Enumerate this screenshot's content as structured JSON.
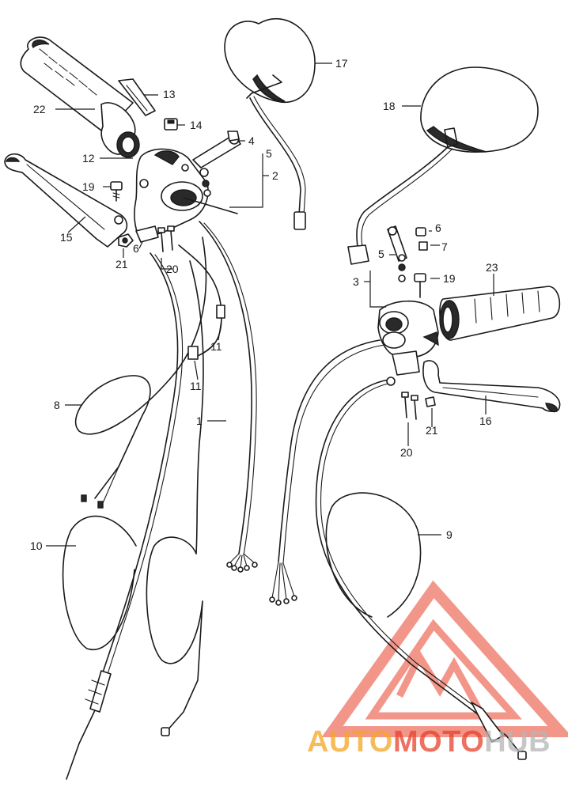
{
  "callouts": [
    {
      "id": "c1",
      "label": "1"
    },
    {
      "id": "c2",
      "label": "2"
    },
    {
      "id": "c3",
      "label": "3"
    },
    {
      "id": "c4",
      "label": "4"
    },
    {
      "id": "c5a",
      "label": "5"
    },
    {
      "id": "c5b",
      "label": "5"
    },
    {
      "id": "c6a",
      "label": "6"
    },
    {
      "id": "c6b",
      "label": "6"
    },
    {
      "id": "c7",
      "label": "7"
    },
    {
      "id": "c8",
      "label": "8"
    },
    {
      "id": "c9",
      "label": "9"
    },
    {
      "id": "c10",
      "label": "10"
    },
    {
      "id": "c11a",
      "label": "11"
    },
    {
      "id": "c11b",
      "label": "11"
    },
    {
      "id": "c12",
      "label": "12"
    },
    {
      "id": "c13",
      "label": "13"
    },
    {
      "id": "c14",
      "label": "14"
    },
    {
      "id": "c15",
      "label": "15"
    },
    {
      "id": "c16",
      "label": "16"
    },
    {
      "id": "c17",
      "label": "17"
    },
    {
      "id": "c18",
      "label": "18"
    },
    {
      "id": "c19a",
      "label": "19"
    },
    {
      "id": "c19b",
      "label": "19"
    },
    {
      "id": "c20a",
      "label": "20"
    },
    {
      "id": "c20b",
      "label": "20"
    },
    {
      "id": "c21a",
      "label": "21"
    },
    {
      "id": "c21b",
      "label": "21"
    },
    {
      "id": "c22",
      "label": "22"
    },
    {
      "id": "c23",
      "label": "23"
    }
  ],
  "watermark": {
    "part1": "AUTO",
    "part2": "MOTO",
    "part3": "HUB",
    "colors": {
      "primary": "#f5a623",
      "secondary": "#e8412c",
      "tertiary": "#c9c9c9",
      "logo": "#e8412c"
    }
  }
}
